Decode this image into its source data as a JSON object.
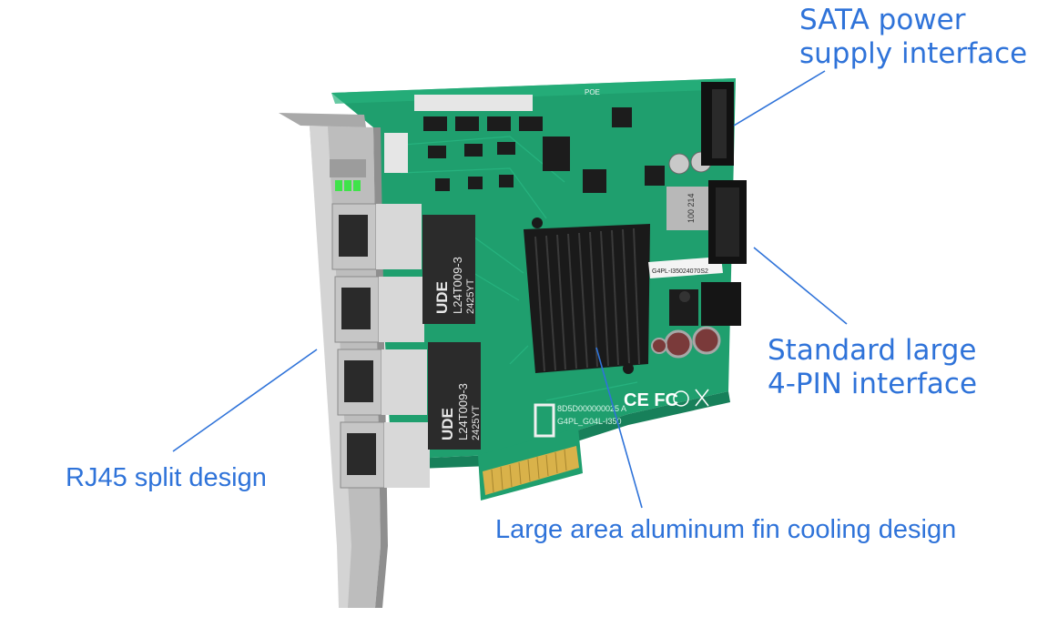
{
  "callouts": {
    "sata": {
      "line1": "SATA power",
      "line2": "supply interface"
    },
    "four_pin": {
      "line1": "Standard large",
      "line2": "4-PIN interface"
    },
    "rj45": "RJ45 split design",
    "cooling": "Large area aluminum fin cooling design"
  },
  "board_markings": {
    "poe": "POE",
    "magnetics_1": {
      "brand": "UDE",
      "model": "L24T009-3",
      "code": "2425YT"
    },
    "magnetics_2": {
      "brand": "UDE",
      "model": "L24T009-3",
      "code": "2425YT"
    },
    "barcode": "G4PL-I35024070S2",
    "serial": "8D5D000000025 A",
    "model": "G4PL_G04L-I350",
    "certifications": "CE FC",
    "inductor": "100 214"
  },
  "colors": {
    "pcb": "#1f9f6e",
    "pcb_dark": "#17805a",
    "bracket": "#b9b9b9",
    "heatsink": "#1a1a1a",
    "gold": "#d9b24a",
    "callout": "#2f73d9"
  }
}
